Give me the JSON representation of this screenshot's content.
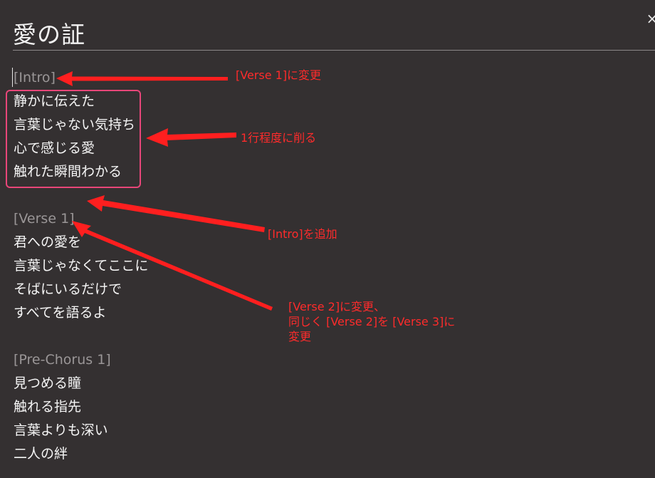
{
  "title": "愛の証",
  "close_icon_glyph": "×",
  "lyrics": [
    {
      "text": "[Intro]",
      "section": true
    },
    {
      "text": "静かに伝えた",
      "section": false
    },
    {
      "text": "言葉じゃない気持ち",
      "section": false
    },
    {
      "text": "心で感じる愛",
      "section": false
    },
    {
      "text": "触れた瞬間わかる",
      "section": false
    },
    {
      "text": "[Verse 1]",
      "section": true
    },
    {
      "text": "君への愛を",
      "section": false
    },
    {
      "text": "言葉じゃなくてここに",
      "section": false
    },
    {
      "text": "そばにいるだけで",
      "section": false
    },
    {
      "text": "すべてを語るよ",
      "section": false
    },
    {
      "text": "[Pre-Chorus 1]",
      "section": true
    },
    {
      "text": "見つめる瞳",
      "section": false
    },
    {
      "text": "触れる指先",
      "section": false
    },
    {
      "text": "言葉よりも深い",
      "section": false
    },
    {
      "text": "二人の絆",
      "section": false
    }
  ],
  "annotations": {
    "change_intro": "[Verse 1]に変更",
    "trim_lines": "1行程度に削る",
    "add_intro": "[Intro]を追加",
    "change_verse_line1": " [Verse 2]に変更、",
    "change_verse_line2": "同じく [Verse 2]を [Verse 3]に",
    "change_verse_line3": "変更"
  },
  "colors": {
    "background": "#343031",
    "text": "#f5f5f5",
    "section_text": "#9a9697",
    "annotation": "#ff2b2b",
    "highlight_border": "#e84679"
  }
}
